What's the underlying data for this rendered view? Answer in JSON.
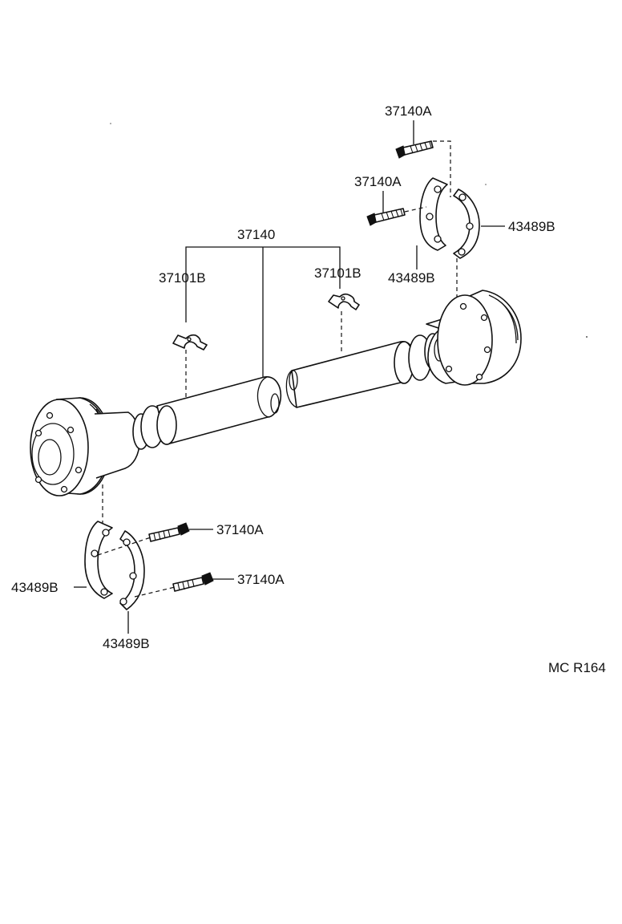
{
  "diagram": {
    "labels": {
      "shaft_assembly": "37140",
      "center_bearing_left": "37101B",
      "center_bearing_right": "37101B",
      "bolt_top_1": "37140A",
      "bolt_top_2": "37140A",
      "washer_top_right": "43489B",
      "washer_top_left": "43489B",
      "bolt_bottom_1": "37140A",
      "bolt_bottom_2": "37140A",
      "washer_bottom_left": "43489B",
      "washer_bottom_right": "43489B"
    },
    "figure_code": "MC R164"
  }
}
